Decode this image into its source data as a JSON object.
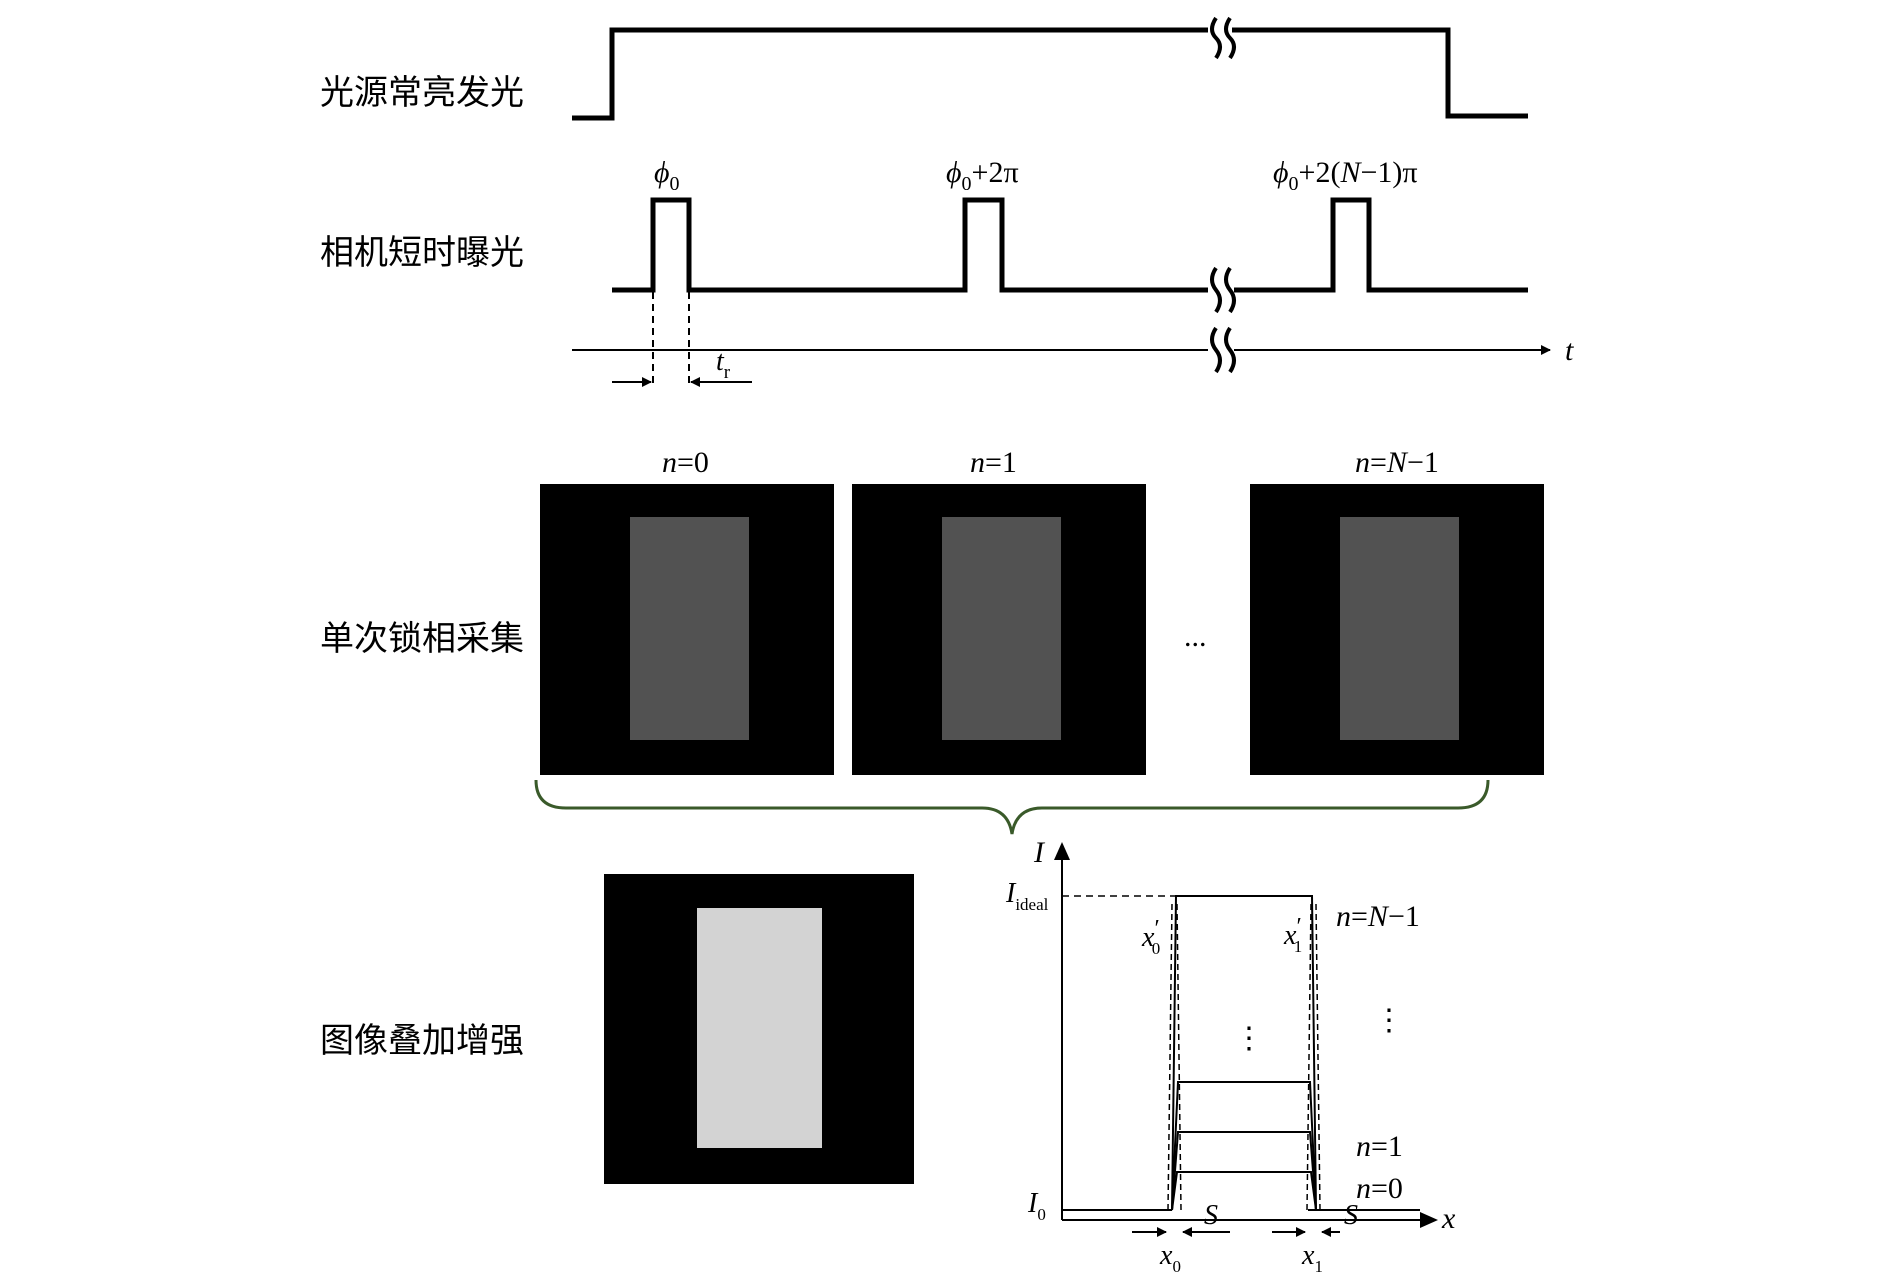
{
  "rows": {
    "light": "光源常亮发光",
    "camera": "相机短时曝光",
    "single": "单次锁相采集",
    "stack": "图像叠加增强"
  },
  "pulses": {
    "p0": {
      "sym": "ϕ",
      "sub": "0",
      "rest": ""
    },
    "p1": {
      "sym": "ϕ",
      "sub": "0",
      "rest": "+2π"
    },
    "pN": {
      "sym": "ϕ",
      "sub": "0",
      "rest_a": "+2(",
      "rest_n": "N",
      "rest_b": "−1)π"
    }
  },
  "axis": {
    "time": "t",
    "tr_main": "t",
    "tr_sub": "r"
  },
  "frames": {
    "f0": {
      "n": "n",
      "eq": "=0"
    },
    "f1": {
      "n": "n",
      "eq": "=1"
    },
    "fN": {
      "n": "n",
      "eq_a": "=",
      "N": "N",
      "eq_b": "−1"
    },
    "ellipsis": "..."
  },
  "profile": {
    "y_axis": "I",
    "x_axis": "x",
    "i_ideal_main": "I",
    "i_ideal_sub": "ideal",
    "i0_main": "I",
    "i0_sub": "0",
    "x0p_main": "x",
    "x0p_prime": "′",
    "x0p_sub": "0",
    "x1p_main": "x",
    "x1p_prime": "′",
    "x1p_sub": "1",
    "x0_main": "x",
    "x0_sub": "0",
    "x1_main": "x",
    "x1_sub": "1",
    "s": "S",
    "n_top": {
      "n": "n",
      "eq_a": "=",
      "N": "N",
      "eq_b": "−1"
    },
    "n1": {
      "n": "n",
      "eq": "=1"
    },
    "n0": {
      "n": "n",
      "eq": "=0"
    },
    "vdots": "⋮"
  },
  "colors": {
    "frame_bg": "#000000",
    "frame_rect": "#525252",
    "stack_rect": "#d3d3d3",
    "brace": "#3a5a2a"
  }
}
